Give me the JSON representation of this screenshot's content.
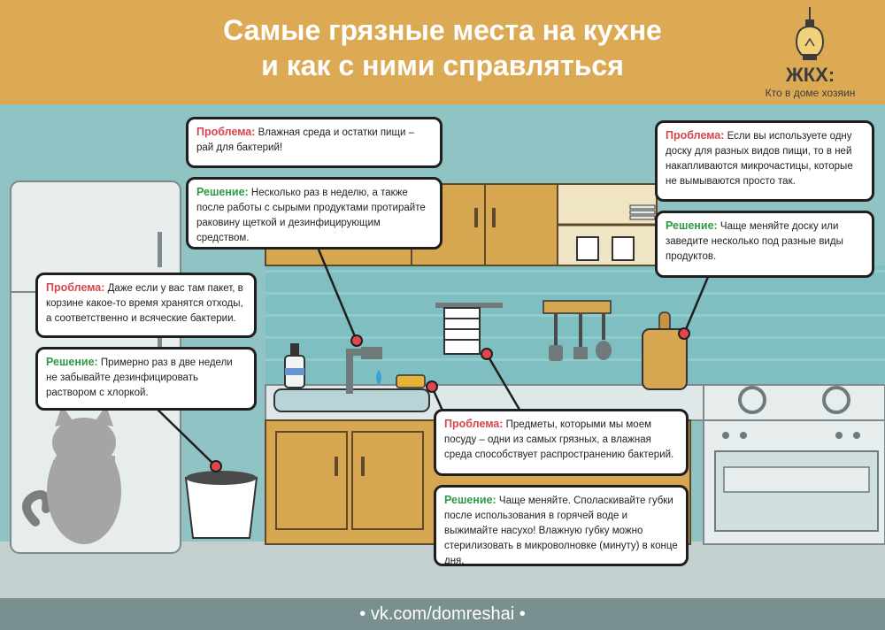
{
  "header": {
    "title_line1": "Самые грязные места на кухне",
    "title_line2": "и как с ними справляться"
  },
  "logo": {
    "name": "ЖКХ:",
    "subtitle": "Кто в доме хозяин"
  },
  "labels": {
    "problem": "Проблема:",
    "solution": "Решение:"
  },
  "callouts": {
    "sink": {
      "problem": "Влажная среда и остатки пищи – рай для бактерий!",
      "solution": "Несколько раз в неделю, а также после работы с сырыми продуктами протирайте раковину щеткой и дезинфицирующим средством."
    },
    "trash": {
      "problem": "Даже если у вас там пакет, в корзине какое-то время хранятся отходы, а соответственно и всяческие бактерии.",
      "solution": "Примерно раз в две недели не забывайте дезинфицировать раствором с хлоркой."
    },
    "board": {
      "problem": "Если вы используете одну доску для разных видов пищи, то в ней накапливаются микрочастицы, которые не вымываются просто так.",
      "solution": "Чаще меняйте доску или заведите несколько под разные виды продуктов."
    },
    "sponge": {
      "problem": "Предметы, которыми мы моем посуду – одни из самых грязных, а влажная среда способствует распространению бактерий.",
      "solution": "Чаще меняйте. Споласкивайте губки после использования в горячей воде и выжимайте насухо! Влажную губку можно стерилизовать в микроволновке (минуту) в конце дня."
    }
  },
  "footer": {
    "text": "• vk.com/domreshai •"
  },
  "colors": {
    "header_bg": "#dcaa55",
    "wall": "#8fc3c4",
    "floor": "#c4d0d0",
    "cabinet": "#d7a651",
    "problem": "#d8464b",
    "solution": "#2f9a44",
    "marker": "#e0464b",
    "footer_bg": "#7a8f8f"
  }
}
